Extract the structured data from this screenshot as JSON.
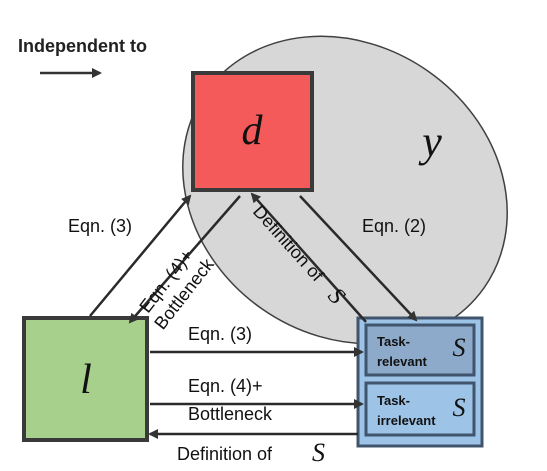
{
  "legend": {
    "text": "Independent to"
  },
  "nodes": {
    "d": {
      "label": "d",
      "color": "#f55a5a"
    },
    "y": {
      "label": "y",
      "color": "#d7d7d7"
    },
    "l": {
      "label": "l",
      "color": "#a8d08d"
    },
    "s_relevant": {
      "line1": "Task-",
      "line2": "relevant",
      "symbol": "S",
      "color": "#8eaacb"
    },
    "s_irrelevant": {
      "line1": "Task-",
      "line2": "irrelevant",
      "symbol": "S",
      "color": "#9dc3e6"
    }
  },
  "edges": {
    "l_to_d": "Eqn. (3)",
    "d_to_l_line1": "Eqn. (4)+",
    "d_to_l_line2": "Bottleneck",
    "s_to_d": "Definition of",
    "s_to_d_symbol": "S",
    "d_to_s": "Eqn. (2)",
    "l_to_s_relevant": "Eqn. (3)",
    "l_to_s_irrelevant_line1": "Eqn. (4)+",
    "l_to_s_irrelevant_line2": "Bottleneck",
    "s_to_l": "Definition of",
    "s_to_l_symbol": "S"
  },
  "colors": {
    "stroke": "#404040",
    "s_container": "#9dc3e6",
    "s_border": "#41546e"
  }
}
